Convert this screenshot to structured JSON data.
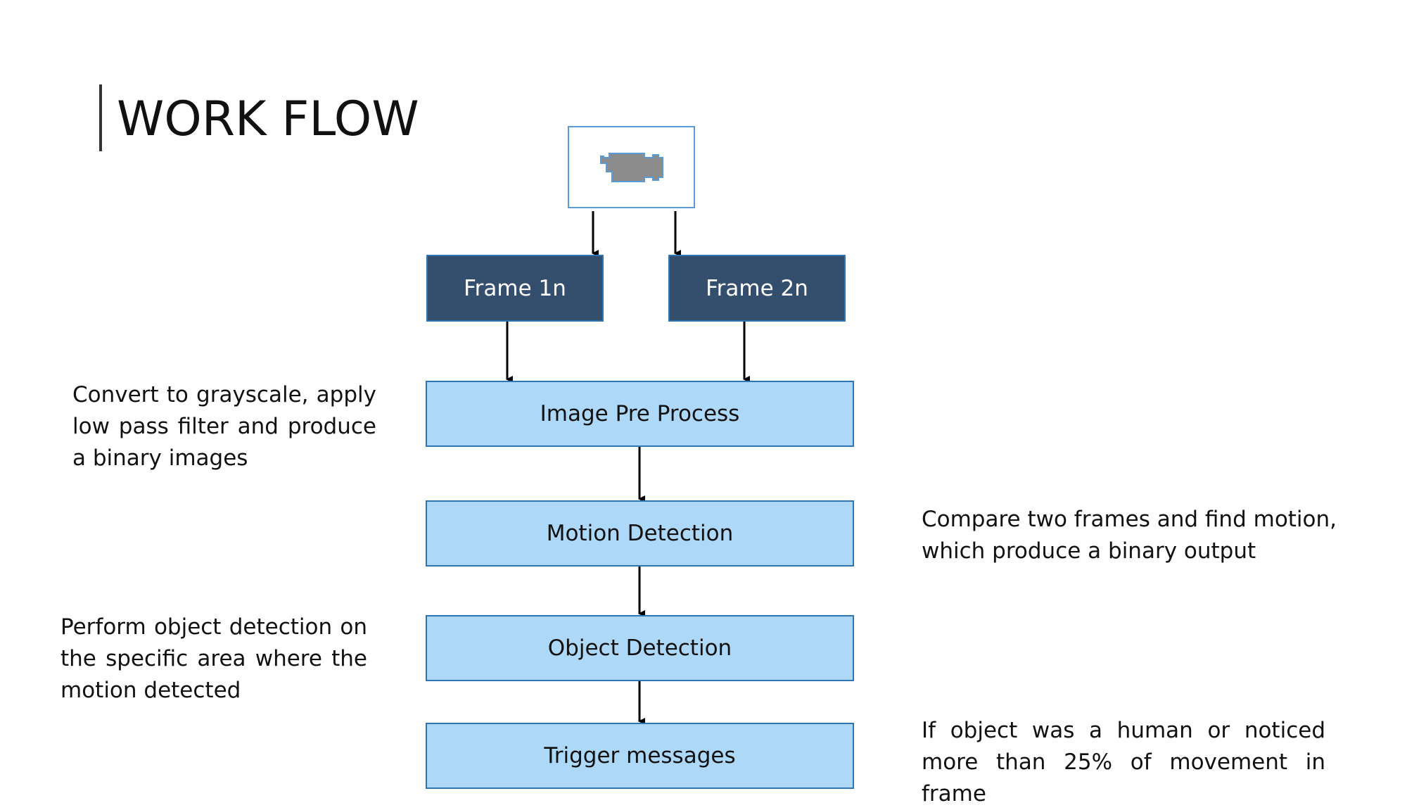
{
  "title": "WORK FLOW",
  "nodes": {
    "camera": {
      "icon": "video-camera-icon"
    },
    "frame1": "Frame 1n",
    "frame2": "Frame 2n",
    "preprocess": "Image Pre Process",
    "motion": "Motion Detection",
    "object": "Object Detection",
    "trigger": "Trigger messages"
  },
  "notes": {
    "preprocess": [
      "Convert to grayscale, apply",
      "low pass filter and produce",
      "a binary images"
    ],
    "motion": [
      "Compare two frames and find motion,",
      "which produce a binary output"
    ],
    "object": [
      "Perform object detection on",
      "the specific area where the",
      "motion detected"
    ],
    "trigger": [
      "If object was a human or noticed",
      "more than 25% of movement in frame"
    ]
  },
  "colors": {
    "frame_fill": "#344e6e",
    "process_fill": "#add8f7",
    "border": "#2e75b6",
    "camera_icon": "#8c8c8c"
  }
}
